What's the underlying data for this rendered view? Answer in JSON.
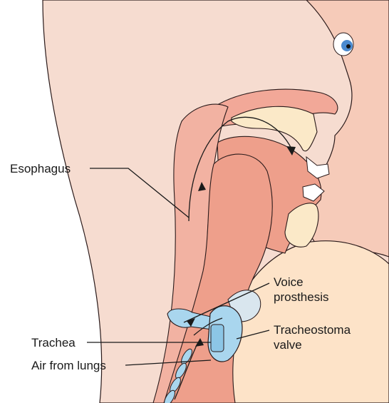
{
  "labels": {
    "esophagus": "Esophagus",
    "voice_prosthesis": [
      "Voice",
      "prosthesis"
    ],
    "tracheostoma_valve": [
      "Tracheostoma",
      "valve"
    ],
    "trachea": "Trachea",
    "air_from_lungs": "Air from lungs"
  },
  "colors": {
    "skin_light": "#f6dcd0",
    "skin_mid": "#f2c2b3",
    "tissue": "#ee9f8b",
    "tissue_dark": "#e07e6a",
    "bone": "#fbe9c8",
    "device_blue": "#a9d6ee",
    "shoulder": "#fde3c8",
    "outline": "#2a1a1a"
  }
}
